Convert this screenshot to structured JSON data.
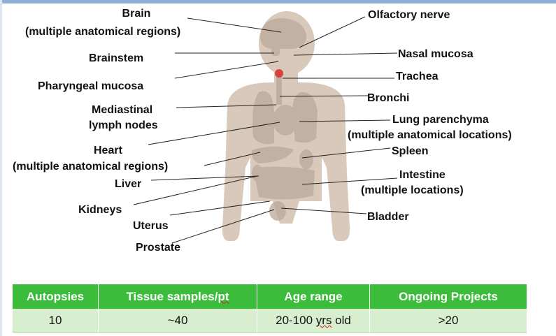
{
  "labels": {
    "brain": "Brain",
    "brain_sub": "(multiple anatomical regions)",
    "brainstem": "Brainstem",
    "pharyngeal": "Pharyngeal mucosa",
    "mediastinal_1": "Mediastinal",
    "mediastinal_2": "lymph nodes",
    "heart": "Heart",
    "heart_sub": "(multiple anatomical regions)",
    "liver": "Liver",
    "kidneys": "Kidneys",
    "uterus": "Uterus",
    "prostate": "Prostate",
    "olfactory": "Olfactory nerve",
    "nasal": "Nasal mucosa",
    "trachea": "Trachea",
    "bronchi": "Bronchi",
    "lung": "Lung parenchyma",
    "lung_sub": "(multiple anatomical locations)",
    "spleen": "Spleen",
    "intestine": "Intestine",
    "intestine_sub": "(multiple locations)",
    "bladder": "Bladder"
  },
  "table": {
    "headers": [
      "Autopsies",
      "Tissue samples/",
      "Age range",
      "Ongoing Projects"
    ],
    "header_pt": "pt",
    "values": [
      "10",
      "~40",
      "20-100 ",
      ">20"
    ],
    "value_yrs": "yrs",
    "value_old": " old"
  },
  "colors": {
    "body": "#d9c9bb",
    "organ": "#bba89a",
    "trachea_dot": "#d8413f",
    "header_green": "#3bbc3b",
    "row_green": "#d8efcf",
    "top_bar": "#8eaed6"
  }
}
